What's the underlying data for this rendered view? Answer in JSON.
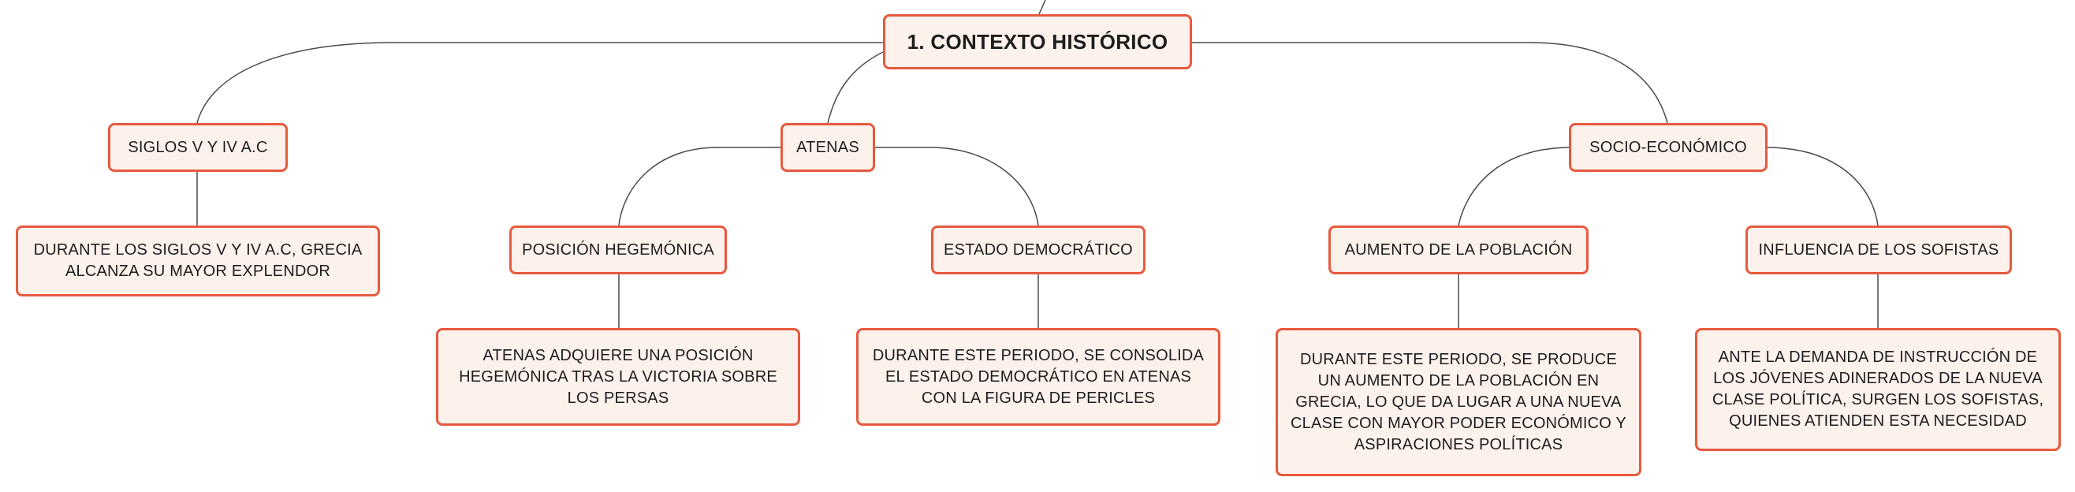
{
  "map": {
    "root": "1. CONTEXTO HISTÓRICO",
    "siglos": {
      "label": "SIGLOS V Y IV A.C",
      "detail": "DURANTE LOS SIGLOS V Y IV A.C, GRECIA ALCANZA SU MAYOR EXPLENDOR"
    },
    "atenas": {
      "label": "ATENAS",
      "hegemonica": {
        "label": "POSICIÓN HEGEMÓNICA",
        "detail": "ATENAS ADQUIERE UNA POSICIÓN HEGEMÓNICA TRAS LA VICTORIA SOBRE LOS PERSAS"
      },
      "democratico": {
        "label": "ESTADO DEMOCRÁTICO",
        "detail": "DURANTE ESTE PERIODO, SE CONSOLIDA EL ESTADO DEMOCRÁTICO EN ATENAS CON LA FIGURA DE PERICLES"
      }
    },
    "socio": {
      "label": "SOCIO-ECONÓMICO",
      "poblacion": {
        "label": "AUMENTO DE LA POBLACIÓN",
        "detail": "DURANTE ESTE PERIODO, SE PRODUCE UN AUMENTO DE LA POBLACIÓN EN GRECIA, LO QUE DA LUGAR A UNA NUEVA CLASE CON MAYOR PODER ECONÓMICO Y ASPIRACIONES POLÍTICAS"
      },
      "sofistas": {
        "label": "INFLUENCIA DE LOS SOFISTAS",
        "detail": "ANTE LA DEMANDA DE INSTRUCCIÓN DE LOS JÓVENES ADINERADOS DE LA NUEVA CLASE POLÍTICA, SURGEN LOS SOFISTAS, QUIENES ATIENDEN ESTA NECESIDAD"
      }
    }
  },
  "colors": {
    "node_border": "#e65a3e",
    "node_fill": "#fdf1ec",
    "connector": "#4a4a4a",
    "text": "#1d1d1d"
  }
}
